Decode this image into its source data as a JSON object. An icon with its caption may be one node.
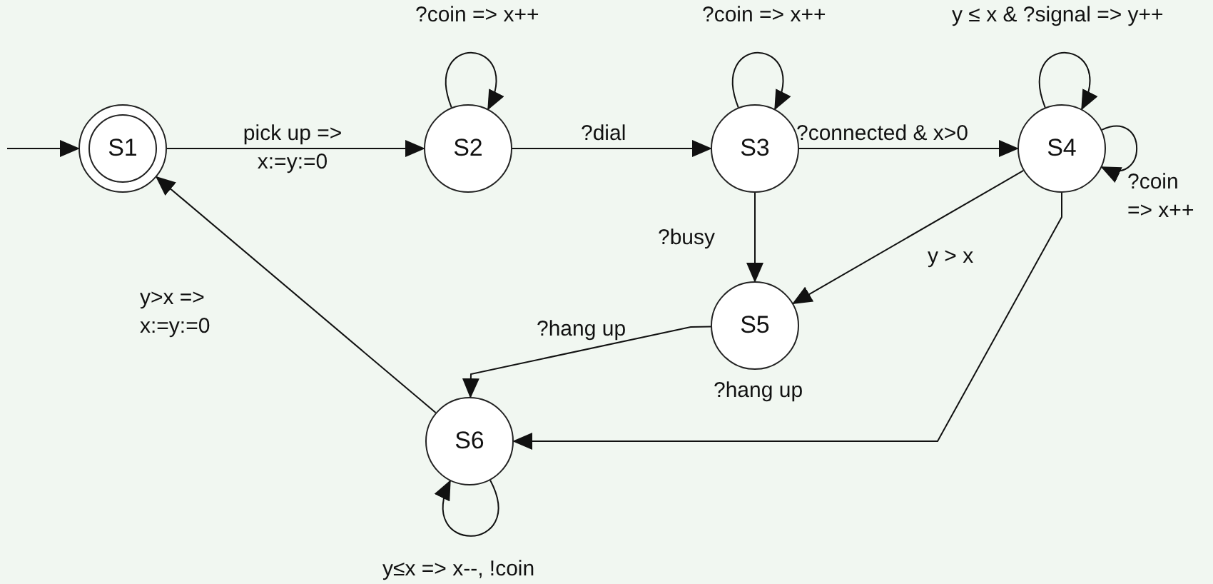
{
  "diagram": {
    "nodes": [
      {
        "text": [
          "S1"
        ]
      },
      {
        "text": [
          "S2"
        ]
      },
      {
        "text": [
          "S3"
        ]
      },
      {
        "text": [
          "S4"
        ]
      },
      {
        "text": [
          "S5"
        ]
      },
      {
        "text": [
          "S6"
        ]
      }
    ],
    "edges": [
      {
        "from": null,
        "to": 0,
        "arrow": "to"
      },
      {
        "from": 0,
        "to": 1,
        "arrow": "to",
        "label": "pick up => x:=y:=0"
      },
      {
        "from": 1,
        "to": 1,
        "arrow": "to",
        "label": "?coin => x++"
      },
      {
        "from": 1,
        "to": 2,
        "arrow": "to",
        "label": "?dial"
      },
      {
        "from": 2,
        "to": 2,
        "arrow": "to",
        "label": "?coin => x++"
      },
      {
        "from": 2,
        "to": 3,
        "arrow": "to",
        "label": "?connected & x>0"
      },
      {
        "from": 3,
        "to": 3,
        "arrow": "to",
        "label": "y ≤ x & ?signal => y++"
      },
      {
        "from": 3,
        "to": 3,
        "arrow": "to",
        "label": "?coin => x++"
      },
      {
        "from": 2,
        "to": 4,
        "arrow": "to",
        "label": "?busy"
      },
      {
        "from": 3,
        "to": 4,
        "arrow": "to",
        "label": "y > x"
      },
      {
        "from": 4,
        "to": 5,
        "arrow": "to",
        "label": "?hang up"
      },
      {
        "from": 3,
        "to": 5,
        "arrow": "to",
        "label": "?hang up"
      },
      {
        "from": 5,
        "to": 0,
        "arrow": "to",
        "label": "y>x => x:=y:=0"
      },
      {
        "from": 5,
        "to": 5,
        "arrow": "to",
        "label": "y≤x => x--, !coin"
      }
    ]
  }
}
